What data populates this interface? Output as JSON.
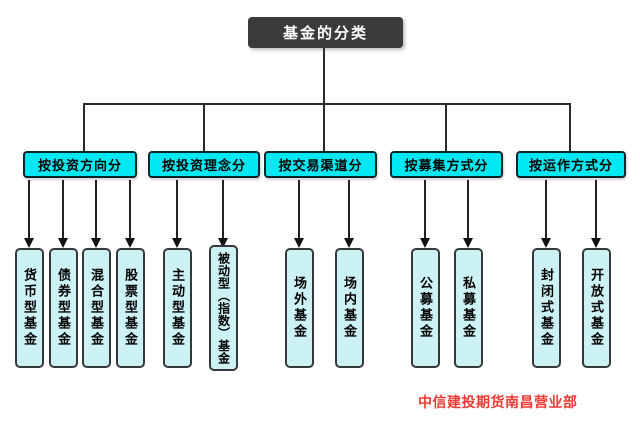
{
  "root": {
    "label": "基金的分类"
  },
  "groups": [
    {
      "label": "按投资方向分",
      "children": [
        "货币型基金",
        "债券型基金",
        "混合型基金",
        "股票型基金"
      ]
    },
    {
      "label": "按投资理念分",
      "children": [
        "主动型基金",
        "被动型（指数）基金"
      ]
    },
    {
      "label": "按交易渠道分",
      "children": [
        "场外基金",
        "场内基金"
      ]
    },
    {
      "label": "按募集方式分",
      "children": [
        "公募基金",
        "私募基金"
      ]
    },
    {
      "label": "按运作方式分",
      "children": [
        "封闭式基金",
        "开放式基金"
      ]
    }
  ],
  "footer": {
    "label": "中信建投期货南昌营业部"
  },
  "colors": {
    "root_bg": "#3b3b3b",
    "root_text": "#ffffff",
    "category_bg": "#00e9f2",
    "category_border": "#0b272b",
    "leaf_bg": "#cdf2f5",
    "leaf_border": "#35393b",
    "connector_line": "#2b2b2b",
    "footer_text": "#ee3a34",
    "background": "#ffffff"
  }
}
